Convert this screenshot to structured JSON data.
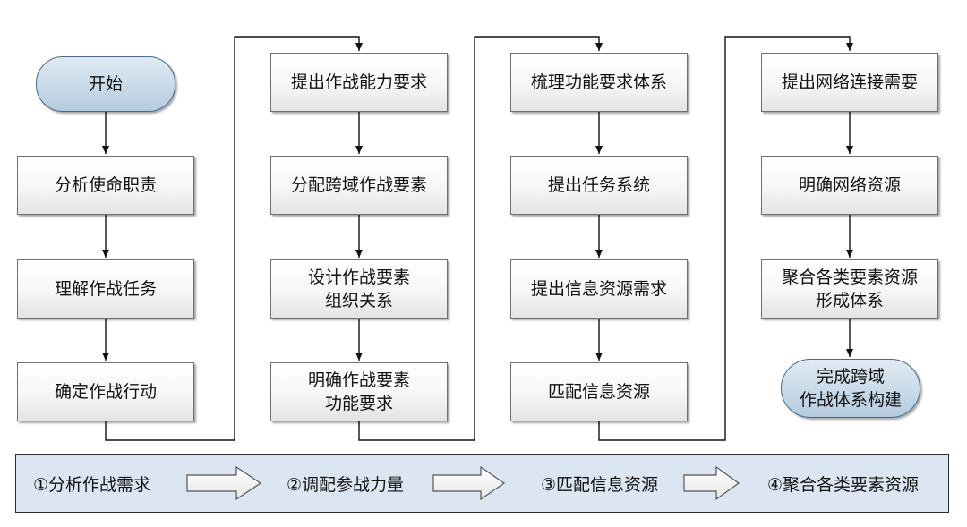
{
  "nodes": {
    "start": "开始",
    "c1_1": "分析使命职责",
    "c1_2": "理解作战任务",
    "c1_3": "确定作战行动",
    "c2_1": "提出作战能力要求",
    "c2_2": "分配跨域作战要素",
    "c2_3": "设计作战要素\n组织关系",
    "c2_4": "明确作战要素\n功能要求",
    "c3_1": "梳理功能要求体系",
    "c3_2": "提出任务系统",
    "c3_3": "提出信息资源需求",
    "c3_4": "匹配信息资源",
    "c4_1": "提出网络连接需要",
    "c4_2": "明确网络资源",
    "c4_3": "聚合各类要素资源\n形成体系",
    "end": "完成跨域\n作战体系构建"
  },
  "phases": [
    "①分析作战需求",
    "②调配参战力量",
    "③匹配信息资源",
    "④聚合各类要素资源"
  ],
  "colors": {
    "terminal_fill": "#c7d9e8",
    "process_fill": "#f2f2f2",
    "bar_fill": "#dce6f2",
    "line": "#111111"
  }
}
